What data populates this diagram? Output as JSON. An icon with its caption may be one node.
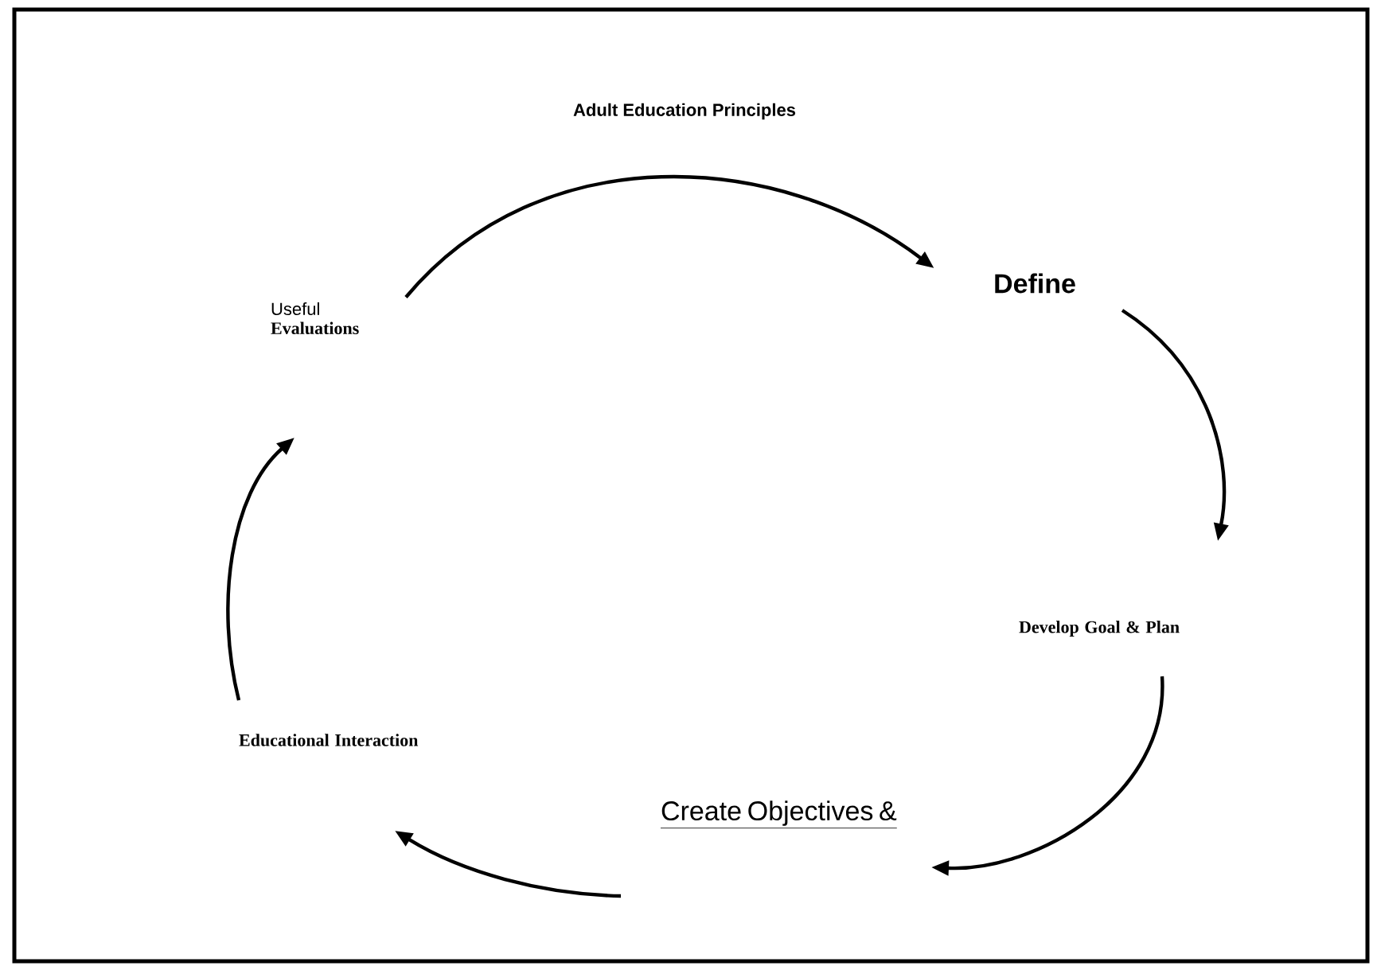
{
  "diagram": {
    "title": "Adult Education Principles",
    "nodes": [
      {
        "text": [
          "Define"
        ]
      },
      {
        "text": [
          "Develop Goal & Plan"
        ]
      },
      {
        "text": [
          "Create Objectives &"
        ]
      },
      {
        "text": [
          "Educational Interaction"
        ]
      },
      {
        "text": [
          "Useful",
          "Evaluations"
        ]
      }
    ],
    "edges": [
      {
        "from": 4,
        "to": 0,
        "arrow": "to"
      },
      {
        "from": 0,
        "to": 1,
        "arrow": "to"
      },
      {
        "from": 1,
        "to": 2,
        "arrow": "to"
      },
      {
        "from": 2,
        "to": 3,
        "arrow": "to"
      },
      {
        "from": 3,
        "to": 4,
        "arrow": "to"
      }
    ]
  }
}
